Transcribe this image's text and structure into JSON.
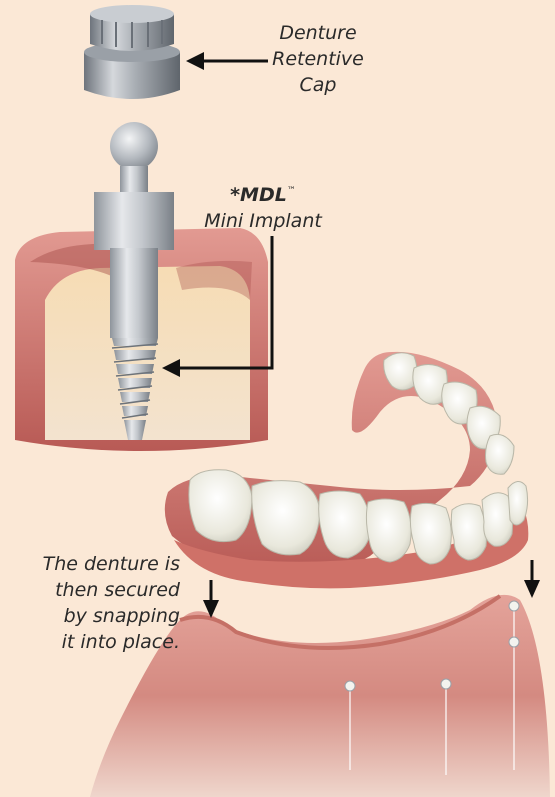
{
  "labels": {
    "cap": [
      "Denture",
      "Retentive",
      "Cap"
    ],
    "mdl_brand": "*MDL",
    "mdl_tm": "™",
    "mdl_desc": "Mini Implant",
    "caption": [
      "The denture is",
      "then secured",
      "by snapping",
      "it into place."
    ]
  },
  "colors": {
    "background": "#fbe8d6",
    "gum": "#c96a62",
    "gum_light": "#e89a8e",
    "tooth": "#f1f0e6",
    "metal": "#b8bcc2",
    "arrow": "#111111"
  },
  "icons": {
    "pointer_arrow": "left-arrow-icon",
    "down_arrow": "down-arrow-icon"
  }
}
